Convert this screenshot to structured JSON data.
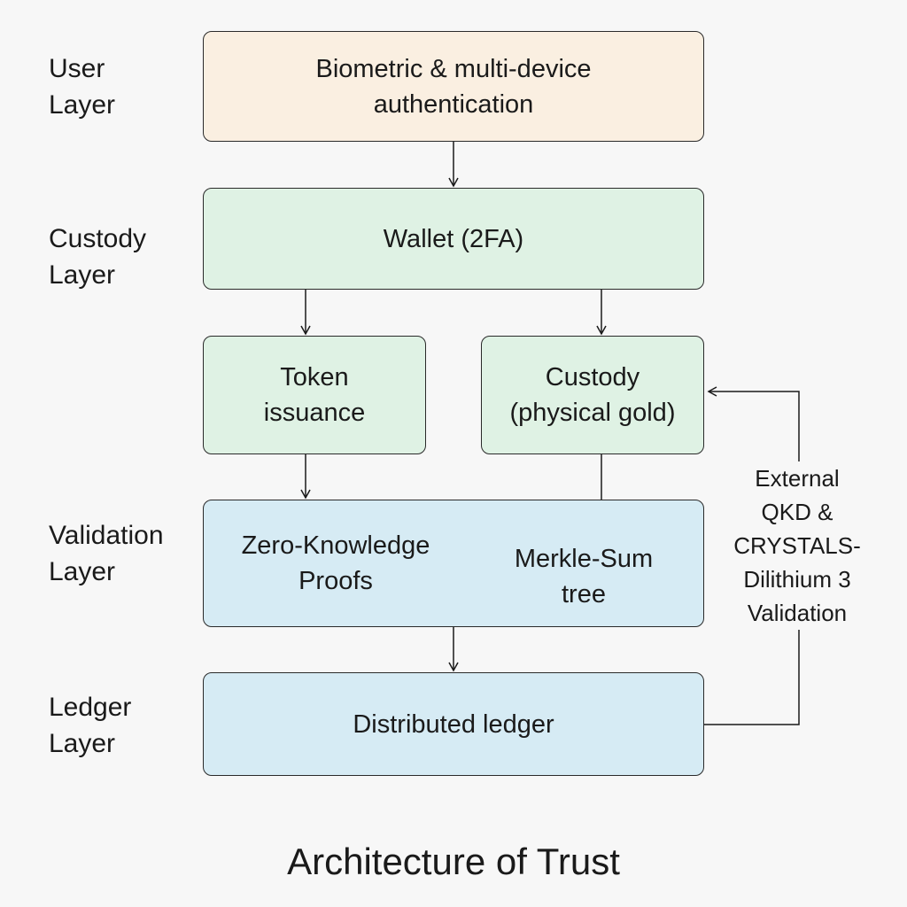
{
  "layers": {
    "user": [
      "User",
      "Layer"
    ],
    "custody": [
      "Custody",
      "Layer"
    ],
    "validation": [
      "Validation",
      "Layer"
    ],
    "ledger": [
      "Ledger",
      "Layer"
    ]
  },
  "boxes": {
    "auth": [
      "Biometric & multi-device",
      "authentication"
    ],
    "wallet": [
      "Wallet (2FA)"
    ],
    "token": [
      "Token",
      "issuance"
    ],
    "custody_gold": [
      "Custody",
      "(physical gold)"
    ],
    "zkp": [
      "Zero-Knowledge",
      "Proofs"
    ],
    "merkle": [
      "Merkle-Sum",
      "tree"
    ],
    "ledger": [
      "Distributed ledger"
    ]
  },
  "external": [
    "External",
    "QKD &",
    "CRYSTALS-",
    "Dilithium 3",
    "Validation"
  ],
  "title": "Architecture of Trust",
  "colors": {
    "user_layer": "#faefe1",
    "custody_layer": "#dff2e4",
    "validation_layer": "#d6ebf4",
    "ledger_layer": "#d6ebf4"
  }
}
